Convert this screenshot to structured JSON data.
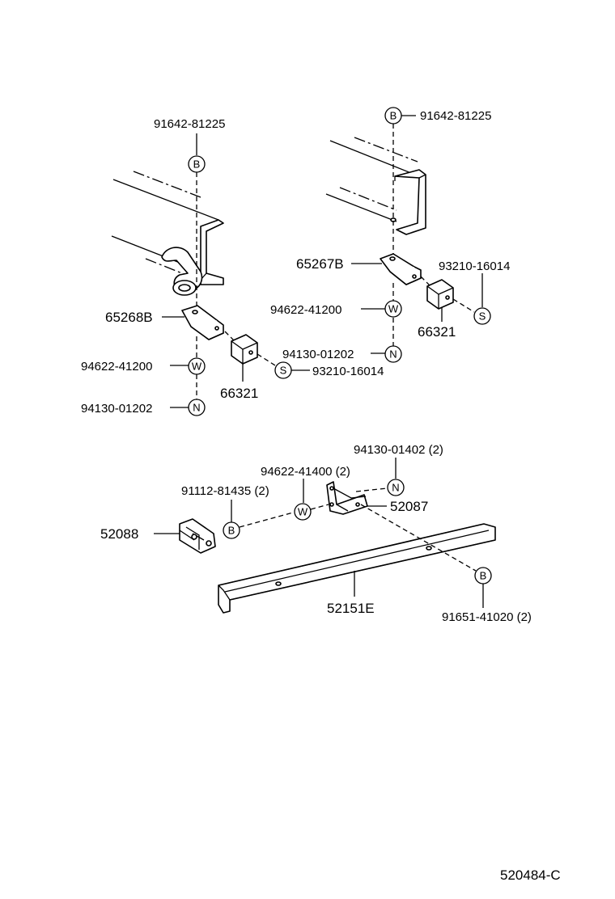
{
  "diagram_code": "520484-C",
  "labels": {
    "l_bolt_top": "91642-81225",
    "r_bolt_top": "91642-81225",
    "l_bracket": "65268B",
    "r_bracket": "65267B",
    "l_washer": "94622-41200",
    "r_washer": "94622-41200",
    "l_nut": "94130-01202",
    "r_nut": "94130-01202",
    "l_stopper": "66321",
    "r_stopper": "66321",
    "l_screw": "93210-16014",
    "r_screw": "93210-16014",
    "low_nut": "94130-01402 (2)",
    "low_washer": "94622-41400 (2)",
    "low_bolt": "91112-81435 (2)",
    "low_bracket_l": "52088",
    "low_bracket_r": "52087",
    "low_rail": "52151E",
    "low_bolt2": "91651-41020 (2)"
  },
  "symbols": {
    "bolt": "B",
    "washer": "W",
    "nut": "N",
    "screw": "S"
  }
}
